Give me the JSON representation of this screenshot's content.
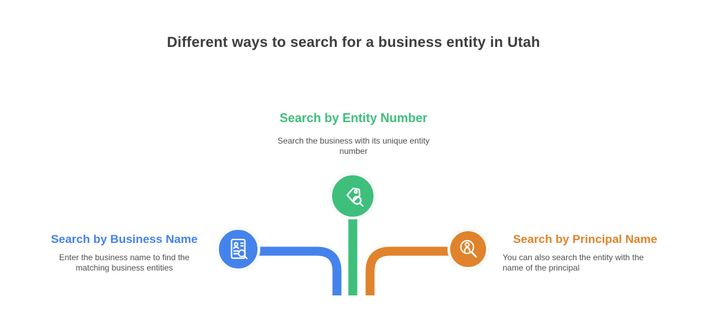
{
  "title": "Different ways to search for a business entity in Utah",
  "colors": {
    "green": "#3fbf7c",
    "blue": "#4483eb",
    "orange": "#e0832c",
    "title_text": "#3d3d3d",
    "subtitle_text": "#4f4f4f",
    "background": "#ffffff"
  },
  "nodes": {
    "entity_number": {
      "label": "Search by Entity Number",
      "desc_line1": "Search the business with its unique entity",
      "desc_line2": "number",
      "icon": "tag-search-icon",
      "color": "#3fbf7c"
    },
    "business_name": {
      "label": "Search by Business Name",
      "desc_line1": "Enter the business name to find the",
      "desc_line2": "matching business entities",
      "icon": "id-card-search-icon",
      "color": "#4483eb"
    },
    "principal_name": {
      "label": "Search by Principal Name",
      "desc_line1": "You can also search the entity with the",
      "desc_line2": "name of the principal",
      "icon": "person-search-icon",
      "color": "#e0832c"
    }
  }
}
